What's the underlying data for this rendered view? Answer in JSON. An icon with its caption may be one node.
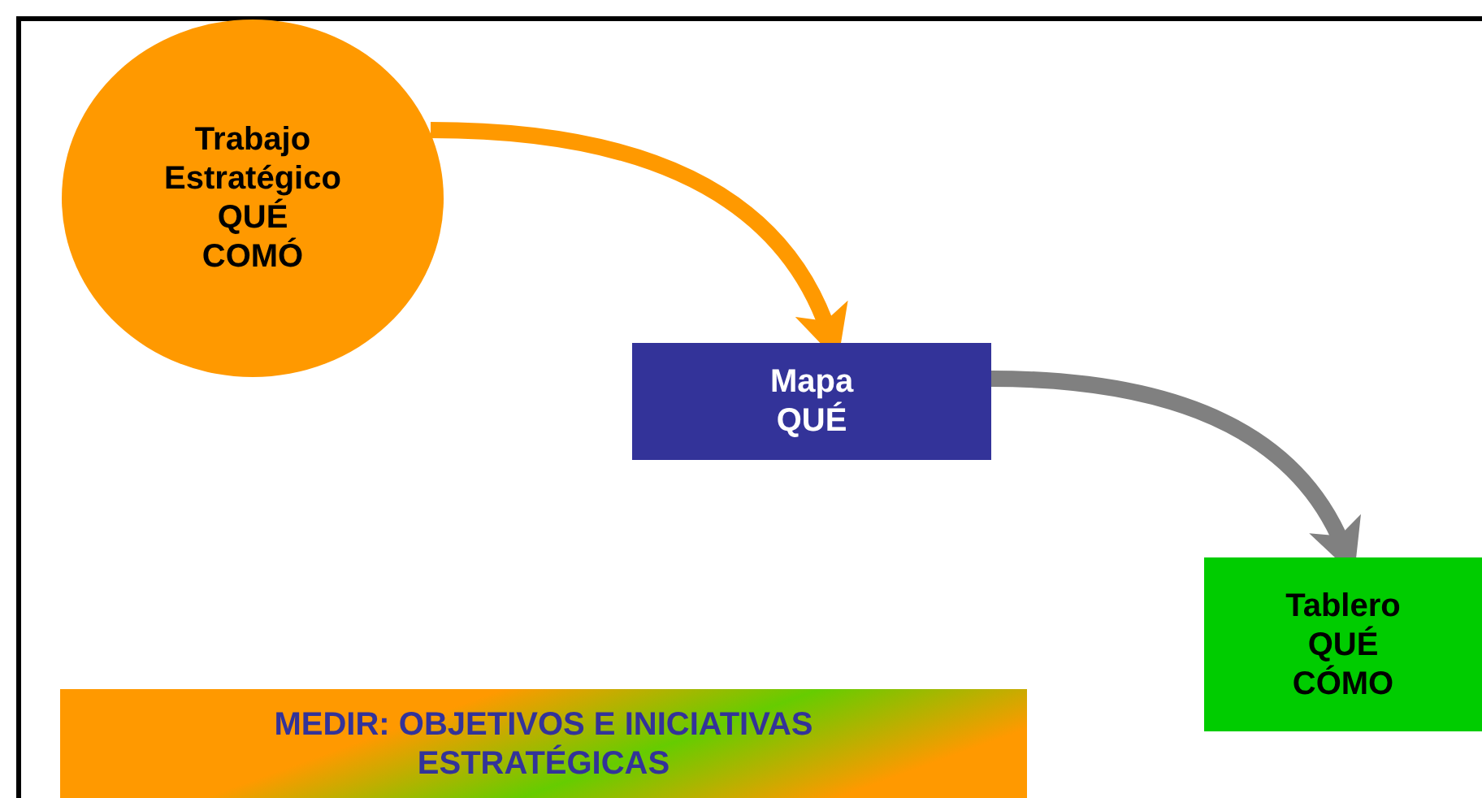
{
  "diagram": {
    "nodes": [
      {
        "text": [
          "Trabajo Estratégico QUÉ COMÓ"
        ]
      },
      {
        "text": [
          "Mapa QUÉ"
        ]
      },
      {
        "text": [
          "Tablero QUÉ CÓMO"
        ]
      },
      {
        "text": [
          "MEDIR: OBJETIVOS E INICIATIVAS ESTRATÉGICAS"
        ]
      }
    ],
    "edges": [
      {
        "from": 0,
        "to": 1,
        "arrow": "to",
        "color": "#ff9900"
      },
      {
        "from": 1,
        "to": 2,
        "arrow": "to",
        "color": "#808080"
      }
    ]
  }
}
